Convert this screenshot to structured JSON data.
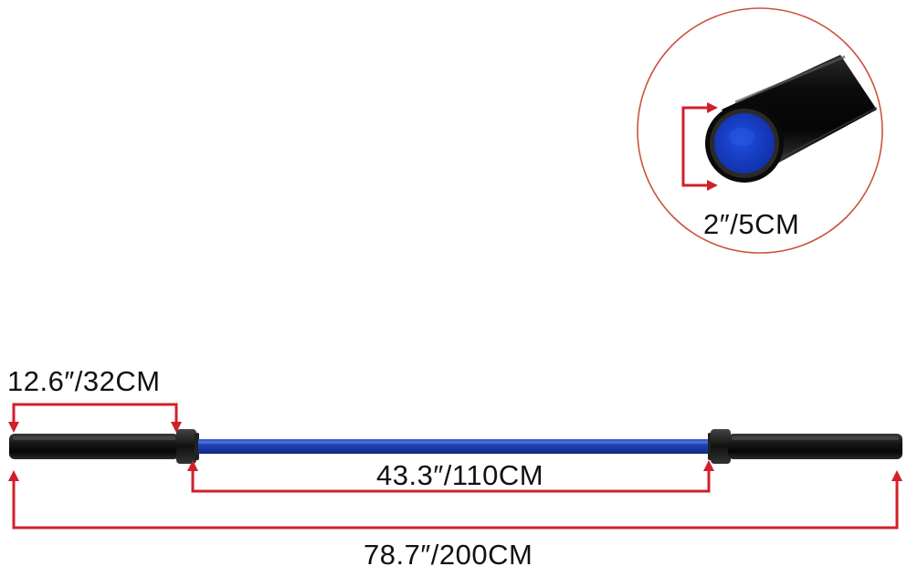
{
  "product": {
    "name": "",
    "colors": {
      "shaft": "#1c3fae",
      "sleeve": "#141414",
      "arrow": "#d0202a",
      "circle_border": "#c8553d"
    }
  },
  "dimensions": {
    "sleeve_length": "12.6″/32CM",
    "shaft_length": "43.3″/110CM",
    "total_length": "78.7″/200CM",
    "diameter": "2″/5CM"
  },
  "icons": {
    "barbell": "barbell-icon",
    "sleeve_end_detail": "sleeve-end-icon",
    "arrow": "arrow-icon"
  }
}
